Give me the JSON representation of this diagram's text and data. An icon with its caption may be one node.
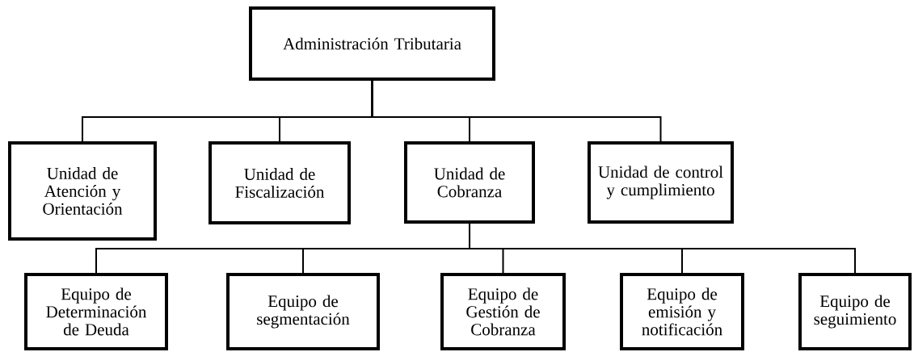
{
  "diagram": {
    "nodes": [
      {
        "text": [
          "Administración Tributaria"
        ]
      },
      {
        "text": [
          "Unidad de Atención y Orientación"
        ]
      },
      {
        "text": [
          "Unidad de Fiscalización"
        ]
      },
      {
        "text": [
          "Unidad de Cobranza"
        ]
      },
      {
        "text": [
          "Unidad de control y cumplimiento"
        ]
      },
      {
        "text": [
          "Equipo de Determinación de Deuda"
        ]
      },
      {
        "text": [
          "Equipo de segmentación"
        ]
      },
      {
        "text": [
          "Equipo de Gestión de Cobranza"
        ]
      },
      {
        "text": [
          "Equipo de emisión y notificación"
        ]
      },
      {
        "text": [
          "Equipo de seguimiento"
        ]
      }
    ],
    "edges": [
      {
        "from": 0,
        "to": 1,
        "arrow": "none"
      },
      {
        "from": 0,
        "to": 2,
        "arrow": "none"
      },
      {
        "from": 0,
        "to": 3,
        "arrow": "none"
      },
      {
        "from": 0,
        "to": 4,
        "arrow": "none"
      },
      {
        "from": 3,
        "to": 5,
        "arrow": "none"
      },
      {
        "from": 3,
        "to": 6,
        "arrow": "none"
      },
      {
        "from": 3,
        "to": 7,
        "arrow": "none"
      },
      {
        "from": 3,
        "to": 8,
        "arrow": "none"
      },
      {
        "from": 3,
        "to": 9,
        "arrow": "none"
      }
    ]
  }
}
